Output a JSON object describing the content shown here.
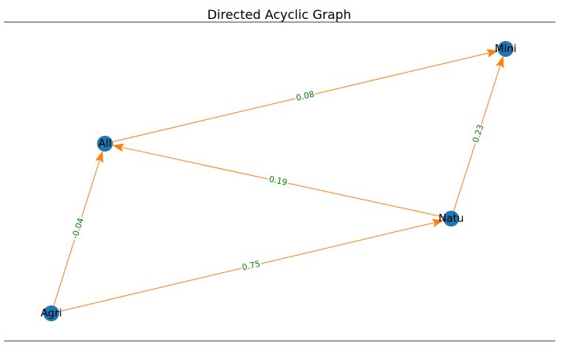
{
  "title": "Directed Acyclic Graph",
  "colors": {
    "node": "#1f77b4",
    "edge": "#ff7f0e",
    "edge_label": "#008000",
    "frame": "#000000"
  },
  "graph": {
    "nodes": [
      {
        "id": "Agri",
        "label": "Agri"
      },
      {
        "id": "All",
        "label": "All"
      },
      {
        "id": "Natu",
        "label": "Natu"
      },
      {
        "id": "Mini",
        "label": "Mini"
      }
    ],
    "edges": [
      {
        "source": "Agri",
        "target": "All",
        "weight": "-0.04"
      },
      {
        "source": "Agri",
        "target": "Natu",
        "weight": "0.75"
      },
      {
        "source": "Natu",
        "target": "All",
        "weight": "0.19"
      },
      {
        "source": "All",
        "target": "Mini",
        "weight": "0.08"
      },
      {
        "source": "Natu",
        "target": "Mini",
        "weight": "0.23"
      }
    ]
  }
}
